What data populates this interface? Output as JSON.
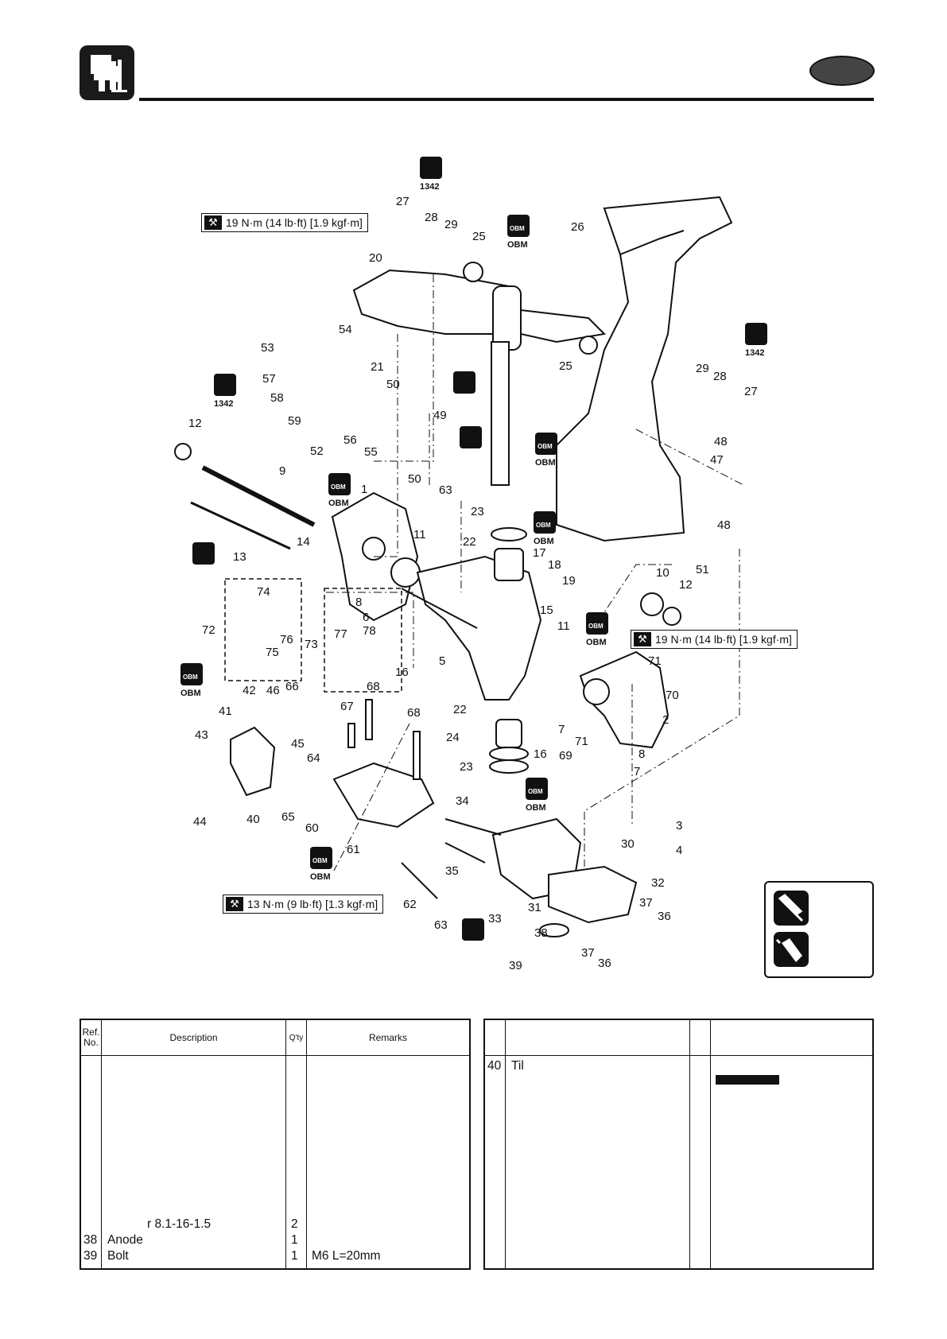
{
  "header": {
    "section_icon": "outboard-motor-section-icon",
    "language_tab_icon": "language-tab-pill"
  },
  "diagram": {
    "callouts": [
      "27",
      "28",
      "29",
      "25",
      "26",
      "20",
      "54",
      "53",
      "21",
      "57",
      "58",
      "59",
      "50",
      "49",
      "12",
      "52",
      "56",
      "55",
      "9",
      "1",
      "63",
      "23",
      "22",
      "17",
      "18",
      "19",
      "13",
      "14",
      "11",
      "10",
      "12",
      "51",
      "74",
      "8",
      "6",
      "15",
      "72",
      "76",
      "73",
      "77",
      "78",
      "16",
      "5",
      "11",
      "75",
      "71",
      "70",
      "42",
      "46",
      "66",
      "68",
      "2",
      "41",
      "67",
      "68",
      "43",
      "45",
      "22",
      "7",
      "24",
      "8",
      "64",
      "16",
      "69",
      "71",
      "23",
      "7",
      "44",
      "40",
      "65",
      "60",
      "61",
      "34",
      "3",
      "4",
      "30",
      "35",
      "32",
      "62",
      "63",
      "33",
      "31",
      "37",
      "36",
      "38",
      "37",
      "36",
      "39",
      "25",
      "29",
      "28",
      "27",
      "48",
      "47",
      "48"
    ],
    "torque_specs": [
      "19 N·m (14 lb·ft) [1.9 kgf·m]",
      "19 N·m (14 lb·ft) [1.9 kgf·m]",
      "13 N·m (9 lb·ft) [1.3 kgf·m]"
    ],
    "lubricant_marks": [
      "OBM",
      "OBM",
      "OBM",
      "OBM",
      "OBM",
      "OBM",
      "OBM",
      "OBM"
    ],
    "thread_locker_marks": [
      "1342",
      "1342",
      "1342"
    ]
  },
  "legend": {
    "grease_icon": "grease-gun-icon",
    "sealant_icon": "sealant-tube-icon"
  },
  "table_left": {
    "headers": {
      "ref": "Ref.\nNo.",
      "description": "Description",
      "qty": "Q'ty",
      "remarks": "Remarks"
    },
    "rows": [
      {
        "ref": "",
        "description": "r 8.1-16-1.5",
        "qty": "2",
        "remarks": ""
      },
      {
        "ref": "38",
        "description": "Anode",
        "qty": "1",
        "remarks": ""
      },
      {
        "ref": "39",
        "description": "Bolt",
        "qty": "1",
        "remarks": "M6 L=20mm"
      }
    ]
  },
  "table_right": {
    "rows": [
      {
        "ref": "40",
        "description": "Til",
        "qty": "",
        "remarks": ""
      }
    ]
  }
}
